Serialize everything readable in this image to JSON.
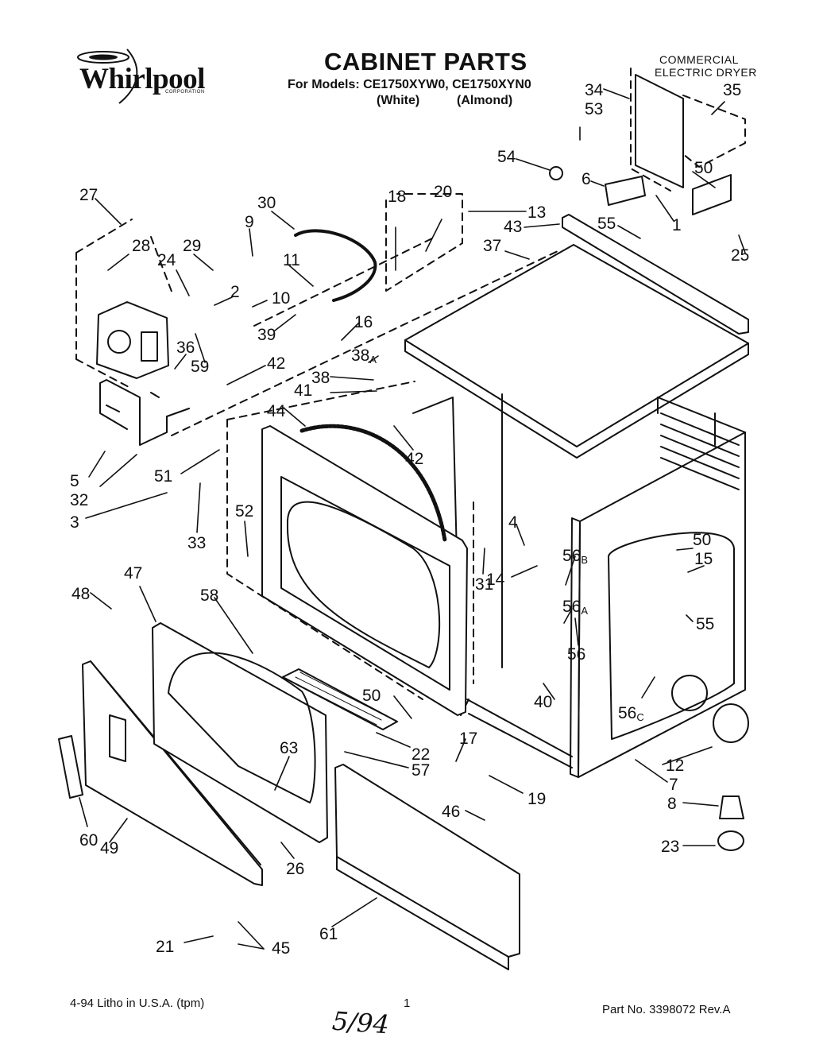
{
  "header": {
    "brand": "Whirlpool",
    "brand_corp": "CORPORATION",
    "title": "CABINET PARTS",
    "models": "For Models: CE1750XYW0, CE1750XYN0",
    "color_white": "(White)",
    "color_almond": "(Almond)",
    "commercial": "COMMERCIAL",
    "electric_dryer": "ELECTRIC DRYER"
  },
  "footer": {
    "left": "4-94  Litho in U.S.A. (tpm)",
    "center": "1",
    "right": "Part No. 3398072 Rev.A",
    "handwritten": "5/94"
  },
  "callouts": [
    {
      "id": "34",
      "text": "34"
    },
    {
      "id": "53",
      "text": "53"
    },
    {
      "id": "35",
      "text": "35"
    },
    {
      "id": "54",
      "text": "54"
    },
    {
      "id": "6",
      "text": "6"
    },
    {
      "id": "1",
      "text": "1"
    },
    {
      "id": "50a",
      "text": "50"
    },
    {
      "id": "25",
      "text": "25"
    },
    {
      "id": "27",
      "text": "27"
    },
    {
      "id": "30",
      "text": "30"
    },
    {
      "id": "9",
      "text": "9"
    },
    {
      "id": "18",
      "text": "18"
    },
    {
      "id": "20",
      "text": "20"
    },
    {
      "id": "13",
      "text": "13"
    },
    {
      "id": "43",
      "text": "43"
    },
    {
      "id": "55a",
      "text": "55"
    },
    {
      "id": "28",
      "text": "28"
    },
    {
      "id": "29",
      "text": "29"
    },
    {
      "id": "24",
      "text": "24"
    },
    {
      "id": "11",
      "text": "11"
    },
    {
      "id": "37",
      "text": "37"
    },
    {
      "id": "2",
      "text": "2"
    },
    {
      "id": "10",
      "text": "10"
    },
    {
      "id": "39",
      "text": "39"
    },
    {
      "id": "16",
      "text": "16"
    },
    {
      "id": "36",
      "text": "36"
    },
    {
      "id": "59",
      "text": "59"
    },
    {
      "id": "42a",
      "text": "42"
    },
    {
      "id": "38a",
      "text": "38",
      "sub": "A"
    },
    {
      "id": "38",
      "text": "38"
    },
    {
      "id": "41",
      "text": "41"
    },
    {
      "id": "44",
      "text": "44"
    },
    {
      "id": "42b",
      "text": "42"
    },
    {
      "id": "5",
      "text": "5"
    },
    {
      "id": "32",
      "text": "32"
    },
    {
      "id": "51",
      "text": "51"
    },
    {
      "id": "3",
      "text": "3"
    },
    {
      "id": "33",
      "text": "33"
    },
    {
      "id": "52",
      "text": "52"
    },
    {
      "id": "4",
      "text": "4"
    },
    {
      "id": "56b",
      "text": "56",
      "sub": "B"
    },
    {
      "id": "14",
      "text": "14"
    },
    {
      "id": "31",
      "text": "31"
    },
    {
      "id": "50b",
      "text": "50"
    },
    {
      "id": "15",
      "text": "15"
    },
    {
      "id": "47",
      "text": "47"
    },
    {
      "id": "48",
      "text": "48"
    },
    {
      "id": "58",
      "text": "58"
    },
    {
      "id": "56a",
      "text": "56",
      "sub": "A"
    },
    {
      "id": "55b",
      "text": "55"
    },
    {
      "id": "56",
      "text": "56"
    },
    {
      "id": "40",
      "text": "40"
    },
    {
      "id": "50c",
      "text": "50"
    },
    {
      "id": "56c",
      "text": "56",
      "sub": "C"
    },
    {
      "id": "17",
      "text": "17"
    },
    {
      "id": "22",
      "text": "22"
    },
    {
      "id": "63",
      "text": "63"
    },
    {
      "id": "57",
      "text": "57"
    },
    {
      "id": "12",
      "text": "12"
    },
    {
      "id": "7",
      "text": "7"
    },
    {
      "id": "19",
      "text": "19"
    },
    {
      "id": "8",
      "text": "8"
    },
    {
      "id": "46",
      "text": "46"
    },
    {
      "id": "60",
      "text": "60"
    },
    {
      "id": "49",
      "text": "49"
    },
    {
      "id": "26",
      "text": "26"
    },
    {
      "id": "23",
      "text": "23"
    },
    {
      "id": "61",
      "text": "61"
    },
    {
      "id": "21",
      "text": "21"
    },
    {
      "id": "45",
      "text": "45"
    }
  ]
}
